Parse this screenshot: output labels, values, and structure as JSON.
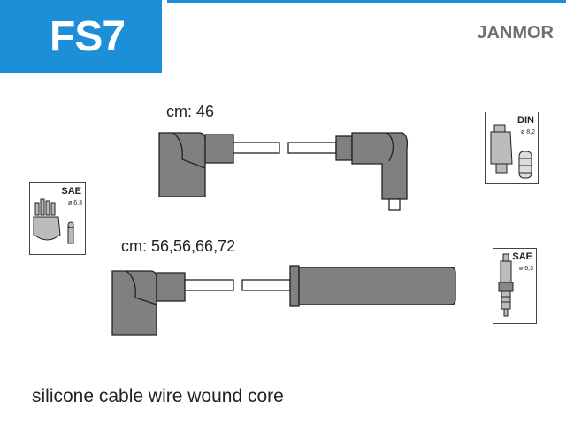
{
  "header": {
    "code": "FS7",
    "brand": "JANMOR"
  },
  "cables": [
    {
      "label": "cm: 46"
    },
    {
      "label": "cm: 56,56,66,72"
    }
  ],
  "distributor_icon": {
    "standard": "SAE",
    "diameter": "ø 6,3"
  },
  "coil_icon": {
    "standard": "DIN",
    "diameter": "ø 8,2"
  },
  "plug_icon": {
    "standard": "SAE",
    "diameter": "ø 6,3"
  },
  "footer": {
    "description": "silicone cable wire wound core"
  },
  "colors": {
    "accent": "#1d8ed8",
    "cable": "#808080",
    "brand_text": "#6f6f6f"
  }
}
